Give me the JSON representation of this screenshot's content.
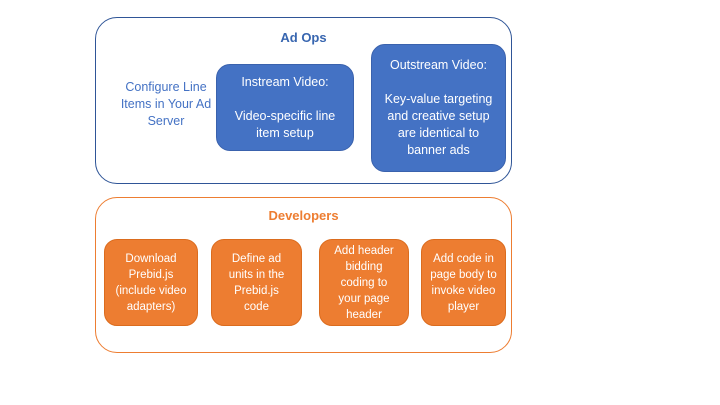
{
  "colors": {
    "blue_node_fill": "#4472C4",
    "blue_node_border": "#3A62AD",
    "blue_group_border": "#2F5597",
    "blue_title_text": "#3866B0",
    "blue_note_text": "#4472C4",
    "orange_node_fill": "#ED7D31",
    "orange_node_border": "#DB6C1E",
    "orange_group_border": "#ED7D31",
    "orange_title_text": "#ED7D31",
    "node_text": "#FFFFFF",
    "background": "#FFFFFF"
  },
  "ad_ops": {
    "title": "Ad Ops",
    "note": "Configure Line\nItems in Your Ad\nServer",
    "boxes": [
      {
        "text": "Instream Video:\n\nVideo-specific line\nitem setup"
      },
      {
        "text": "Outstream Video:\n\nKey-value targeting\nand creative setup\nare identical to\nbanner ads"
      }
    ]
  },
  "developers": {
    "title": "Developers",
    "boxes": [
      {
        "text": "Download\nPrebid.js\n(include video\nadapters)"
      },
      {
        "text": "Define ad\nunits in the\nPrebid.js\ncode"
      },
      {
        "text": "Add header\nbidding\ncoding to\nyour page\nheader"
      },
      {
        "text": "Add code in\npage body to\ninvoke video\nplayer"
      }
    ]
  }
}
